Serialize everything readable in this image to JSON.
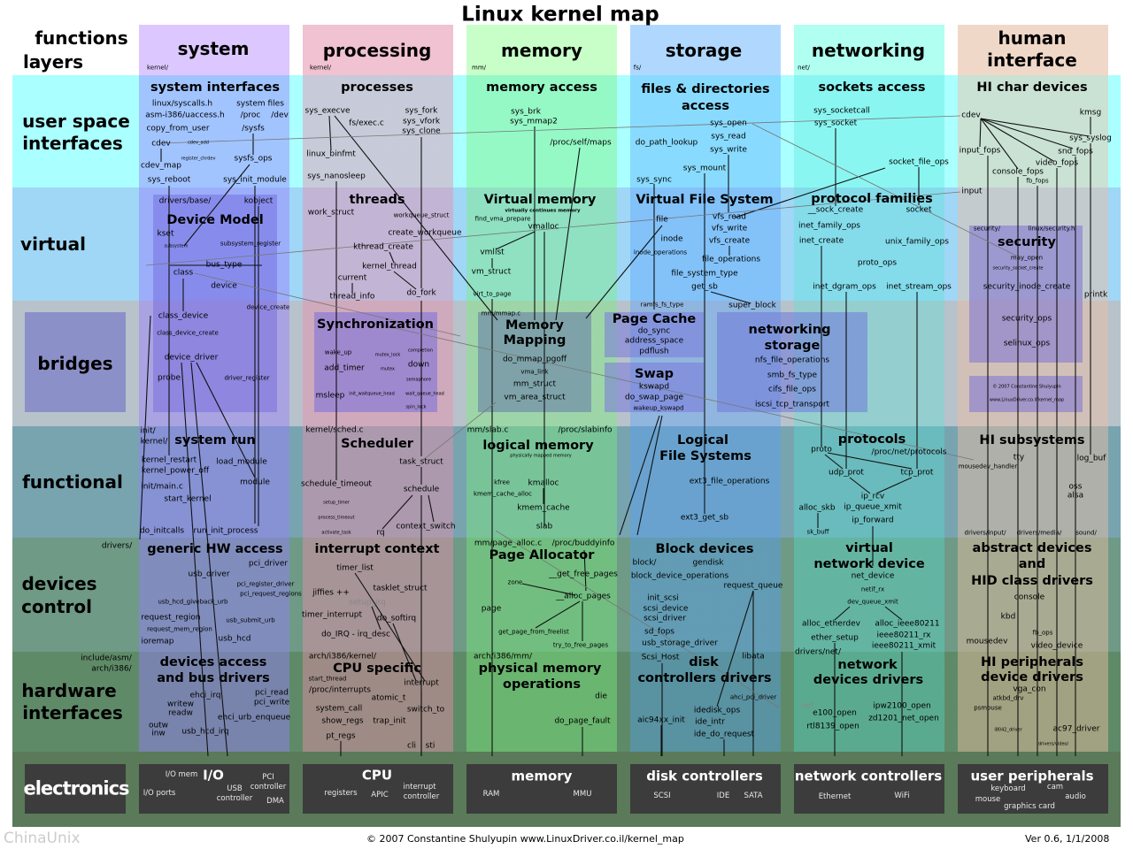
{
  "header": [
    "Linux kernel map",
    "functions",
    "layers",
    "system",
    "kernel/",
    "processing",
    "kernel/",
    "memory",
    "mm/",
    "storage",
    "fs/",
    "networking",
    "net/",
    "human",
    "interface"
  ],
  "rows": [
    "user space",
    "interfaces",
    "virtual",
    "bridges",
    "functional",
    "devices",
    "control",
    "hardware",
    "interfaces",
    "electronics",
    "drivers/",
    "include/asm/",
    "arch/i386/"
  ],
  "cells": {
    "sys_user": [
      "system interfaces",
      "linux/syscalls.h",
      "system files",
      "asm-i386/uaccess.h",
      "/proc",
      "/dev",
      "copy_from_user",
      "/sysfs",
      "cdev",
      "cdev_add",
      "register_chrdev",
      "sysfs_ops",
      "cdev_map",
      "sys_reboot",
      "sys_init_module"
    ],
    "sys_virtual": [
      "drivers/base/",
      "kobject",
      "Device Model",
      "kset",
      "subsystem",
      "subsystem_register",
      "bus_type",
      "class",
      "device"
    ],
    "sys_bridges": [
      "device_create",
      "class_device",
      "class_device_create",
      "device_driver",
      "probe",
      "driver_register"
    ],
    "sys_functional": [
      "init/",
      "kernel/",
      "system run",
      "kernel_restart",
      "kernel_power_off",
      "load_module",
      "init/main.c",
      "module",
      "start_kernel",
      "do_initcalls",
      "run_init_process"
    ],
    "sys_devices": [
      "generic HW access",
      "pci_driver",
      "usb_driver",
      "pci_register_driver",
      "pci_request_regions",
      "usb_hcd_giveback_urb",
      "request_region",
      "usb_submit_urb",
      "request_mem_region",
      "ioremap",
      "usb_hcd"
    ],
    "sys_hardware": [
      "devices access",
      "and bus drivers",
      "ehci_irq",
      "pci_read",
      "writew",
      "pci_write",
      "readw",
      "ehci_urb_enqueue",
      "outw",
      "inw",
      "usb_hcd_irq"
    ],
    "sys_electronics": [
      "I/O mem",
      "I/O",
      "PCI",
      "controller",
      "I/O ports",
      "USB",
      "controller",
      "DMA"
    ],
    "proc_user": [
      "processes",
      "sys_execve",
      "sys_fork",
      "fs/exec.c",
      "sys_vfork",
      "sys_clone",
      "linux_binfmt",
      "sys_nanosleep"
    ],
    "proc_virtual": [
      "threads",
      "work_struct",
      "workqueue_struct",
      "create_workqueue",
      "kthread_create",
      "kernel_thread",
      "current",
      "thread_info",
      "do_fork"
    ],
    "proc_bridges": [
      "Synchronization",
      "wake_up",
      "mutex_lock",
      "completion",
      "add_timer",
      "mutex",
      "down",
      "semaphore",
      "msleep",
      "init_waitqueue_head",
      "wait_queue_head",
      "spin_lock"
    ],
    "proc_functional": [
      "kernel/sched.c",
      "Scheduler",
      "task_struct",
      "schedule_timeout",
      "schedule",
      "setup_timer",
      "process_timeout",
      "context_switch",
      "activate_task",
      "rq"
    ],
    "proc_devices": [
      "interrupt context",
      "timer_list",
      "jiffies ++",
      "tasklet_struct",
      "setup_irq",
      "timer_interrupt",
      "do_softirq",
      "do_IRQ - irq_desc"
    ],
    "proc_hardware": [
      "arch/i386/kernel/",
      "CPU specific",
      "start_thread",
      "interrupt",
      "/proc/interrupts",
      "atomic_t",
      "system_call",
      "switch_to",
      "show_regs",
      "trap_init",
      "pt_regs",
      "cli",
      "sti"
    ],
    "proc_electronics": [
      "CPU",
      "registers",
      "APIC",
      "interrupt",
      "controller"
    ],
    "mem_user": [
      "memory access",
      "sys_brk",
      "sys_mmap2",
      "/proc/self/maps"
    ],
    "mem_virtual": [
      "Virtual memory",
      "virtually continues memory",
      "find_vma_prepare",
      "vmalloc",
      "vmlist",
      "vm_struct",
      "virt_to_page"
    ],
    "mem_bridges": [
      "mm/mmap.c",
      "Memory",
      "Mapping",
      "do_mmap_pgoff",
      "vma_link",
      "mm_struct",
      "vm_area_struct"
    ],
    "mem_functional": [
      "mm/slab.c",
      "/proc/slabinfo",
      "logical memory",
      "physically mapped memory",
      "kfree",
      "kmalloc",
      "kmem_cache_alloc",
      "kmem_cache",
      "slab"
    ],
    "mem_devices": [
      "mm/page_alloc.c",
      "/proc/buddyinfo",
      "Page Allocator",
      "__get_free_pages",
      "zone",
      "__alloc_pages",
      "page",
      "get_page_from_freelist",
      "try_to_free_pages"
    ],
    "mem_hardware": [
      "arch/i386/mm/",
      "physical memory",
      "operations",
      "die",
      "do_page_fault"
    ],
    "mem_electronics": [
      "memory",
      "RAM",
      "MMU"
    ],
    "sto_user": [
      "files & directories",
      "access",
      "sys_open",
      "sys_read",
      "do_path_lookup",
      "sys_write",
      "sys_mount",
      "sys_sync"
    ],
    "sto_virtual": [
      "Virtual File System",
      "file",
      "vfs_read",
      "vfs_write",
      "inode",
      "vfs_create",
      "inode_operations",
      "file_operations",
      "file_system_type",
      "get_sb",
      "ramfs_fs_type",
      "super_block"
    ],
    "sto_bridges": [
      "Page Cache",
      "do_sync",
      "address_space",
      "pdflush",
      "Swap",
      "kswapd",
      "do_swap_page",
      "wakeup_kswapd",
      "networking",
      "storage",
      "nfs_file_operations",
      "smb_fs_type",
      "cifs_file_ops",
      "iscsi_tcp_transport"
    ],
    "sto_functional": [
      "Logical",
      "File Systems",
      "ext3_file_operations",
      "ext3_get_sb"
    ],
    "sto_devices": [
      "Block devices",
      "block/",
      "gendisk",
      "block_device_operations",
      "request_queue",
      "init_scsi",
      "scsi_device",
      "scsi_driver",
      "sd_fops",
      "usb_storage_driver"
    ],
    "sto_hardware": [
      "Scsi_Host",
      "disk",
      "libata",
      "controllers drivers",
      "ahci_pci_driver",
      "aic94xx_init",
      "idedisk_ops",
      "ide_intr",
      "ide_do_request"
    ],
    "sto_electronics": [
      "disk controllers",
      "SCSI",
      "IDE",
      "SATA"
    ],
    "net_user": [
      "sockets access",
      "sys_socketcall",
      "sys_socket",
      "socket_file_ops"
    ],
    "net_virtual": [
      "protocol families",
      "__sock_create",
      "socket",
      "inet_family_ops",
      "inet_create",
      "unix_family_ops",
      "proto_ops",
      "inet_dgram_ops",
      "inet_stream_ops"
    ],
    "net_functional": [
      "protocols",
      "proto",
      "/proc/net/protocols",
      "udp_prot",
      "tcp_prot",
      "ip_rcv",
      "alloc_skb",
      "ip_queue_xmit",
      "ip_forward",
      "sk_buff"
    ],
    "net_devices": [
      "virtual",
      "network device",
      "net_device",
      "netif_rx",
      "dev_queue_xmit",
      "alloc_etherdev",
      "alloc_ieee80211",
      "ether_setup",
      "ieee80211_rx",
      "ieee80211_xmit"
    ],
    "net_hardware": [
      "drivers/net/",
      "network",
      "devices drivers",
      "net",
      "e100_open",
      "ipw2100_open",
      "rtl8139_open",
      "zd1201_net_open"
    ],
    "net_electronics": [
      "network controllers",
      "Ethernet",
      "WiFi"
    ],
    "hi_user": [
      "HI char devices",
      "cdev",
      "kmsg",
      "sys_syslog",
      "input_fops",
      "snd_fops",
      "video_fops",
      "console_fops",
      "fb_fops"
    ],
    "hi_virtual": [
      "input",
      "security/",
      "linux/security.h",
      "security",
      "may_open",
      "security_socket_create",
      "security_inode_create",
      "printk"
    ],
    "hi_bridges": [
      "security_ops",
      "selinux_ops",
      "© 2007 Constantine Shulyupin",
      "www.LinuxDriver.co.il/kernel_map"
    ],
    "hi_functional": [
      "HI subsystems",
      "tty",
      "log_buf",
      "mousedev_handler",
      "oss",
      "alsa",
      "drivers/input/",
      "drivers/media/",
      "sound/"
    ],
    "hi_devices": [
      "abstract devices",
      "and",
      "HID class drivers",
      "console",
      "kbd",
      "fb_ops",
      "mousedev",
      "video_device"
    ],
    "hi_hardware": [
      "HI peripherals",
      "device drivers",
      "vga_con",
      "atkbd_drv",
      "psmouse",
      "i8042_driver",
      "ac97_driver",
      "drivers/video/"
    ],
    "hi_electronics": [
      "user peripherals",
      "keyboard",
      "cam",
      "mouse",
      "audio",
      "graphics card"
    ]
  },
  "footer": {
    "watermark": "ChinaUnix",
    "copyright": "© 2007 Constantine Shulyupin www.LinuxDriver.co.il/kernel_map",
    "version": "Ver 0.6, 1/1/2008"
  }
}
